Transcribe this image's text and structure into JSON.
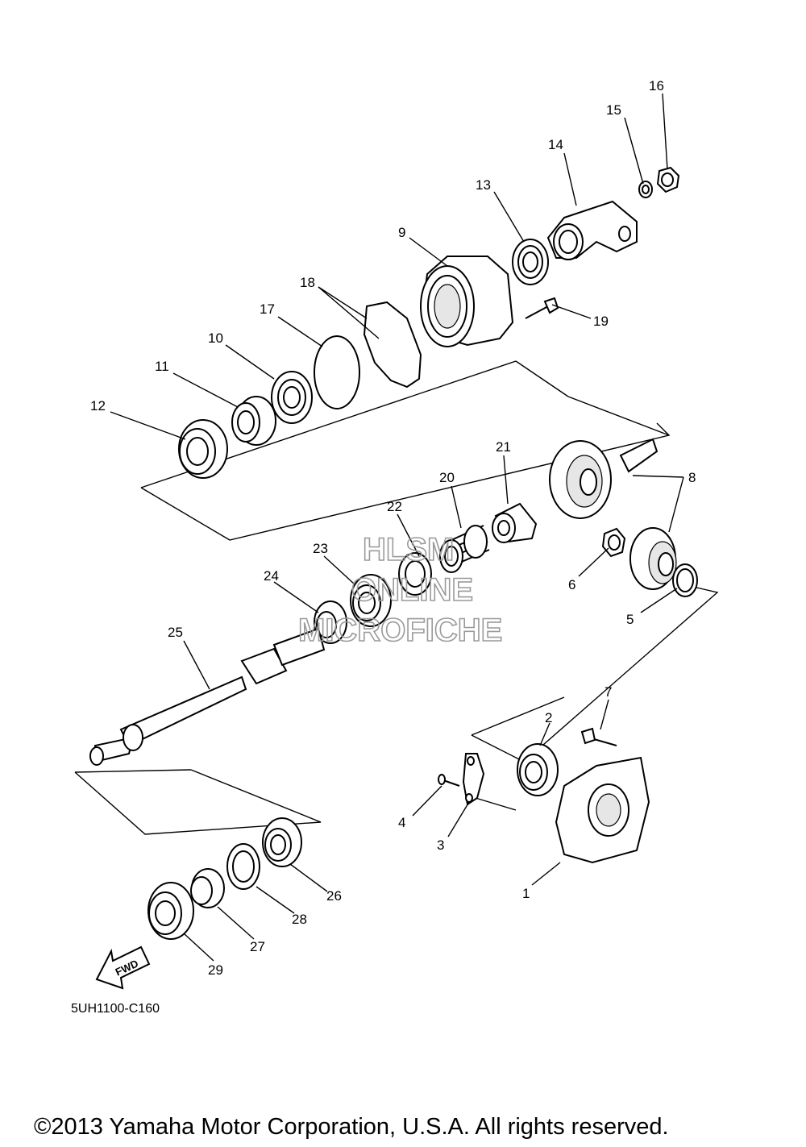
{
  "callouts": {
    "p1": "1",
    "p2": "2",
    "p3": "3",
    "p4": "4",
    "p5": "5",
    "p6": "6",
    "p7": "7",
    "p8": "8",
    "p9": "9",
    "p10": "10",
    "p11": "11",
    "p12": "12",
    "p13": "13",
    "p14": "14",
    "p15": "15",
    "p16": "16",
    "p17": "17",
    "p18": "18",
    "p19": "19",
    "p20": "20",
    "p21": "21",
    "p22": "22",
    "p23": "23",
    "p24": "24",
    "p25": "25",
    "p26": "26",
    "p27": "27",
    "p28": "28",
    "p29": "29"
  },
  "direction_arrow": "FWD",
  "diagram_code": "5UH1100-C160",
  "watermark": [
    "HLSM",
    "ONLINE",
    "MICROFICHE"
  ],
  "copyright": "©2013 Yamaha Motor Corporation, U.S.A. All rights reserved."
}
